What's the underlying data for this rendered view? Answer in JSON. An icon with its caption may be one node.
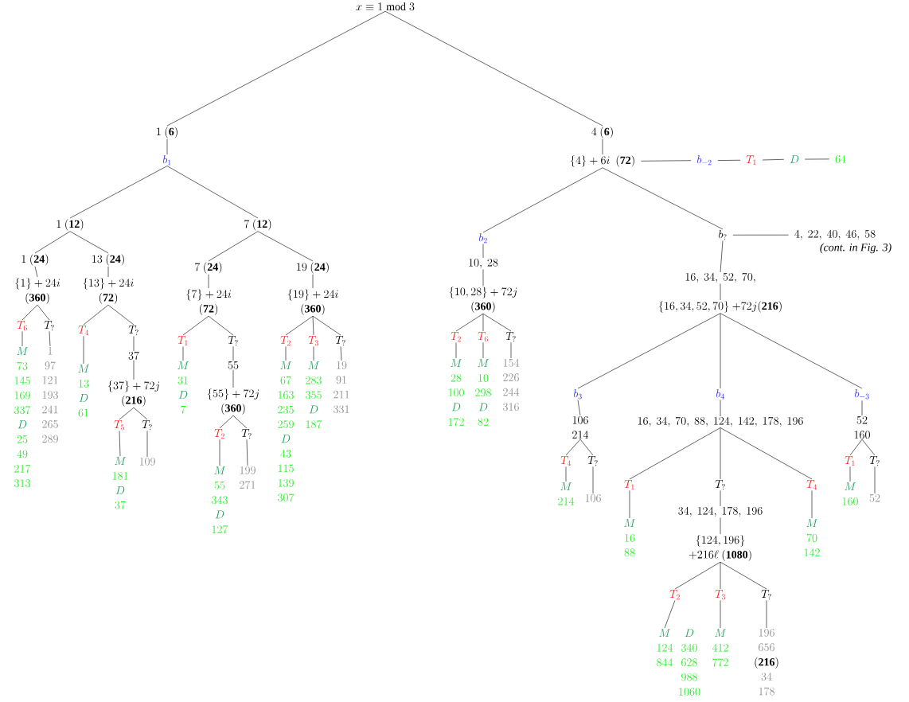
{
  "diagram": {
    "nodes": [
      {
        "text": [
          "x \\equiv 1 \\bmod 3"
        ]
      },
      {
        "text": [
          "1\\ (\\mathbf{6})"
        ]
      },
      {
        "text": [
          "b_1"
        ]
      },
      {
        "text": [
          "1\\ (\\mathbf{12})"
        ]
      },
      {
        "text": [
          "7\\ (\\mathbf{12})"
        ]
      },
      {
        "text": [
          "1\\ (\\mathbf{24})"
        ]
      },
      {
        "text": [
          "13\\ (\\mathbf{24})"
        ]
      },
      {
        "text": [
          "\\{1\\}+24i",
          "(\\mathbf{360})"
        ]
      },
      {
        "text": [
          "\\{13\\}+24i",
          "(\\mathbf{72})"
        ]
      },
      {
        "text": [
          "T_6"
        ]
      },
      {
        "text": [
          "T_?"
        ]
      },
      {
        "text": [
          "M",
          "73",
          "145",
          "169",
          "337",
          "D",
          "25",
          "49",
          "217",
          "313"
        ]
      },
      {
        "text": [
          "1",
          "97",
          "121",
          "193",
          "241",
          "265",
          "289"
        ]
      },
      {
        "text": [
          "T_4"
        ]
      },
      {
        "text": [
          "T_?"
        ]
      },
      {
        "text": [
          "M",
          "13",
          "D",
          "61"
        ]
      },
      {
        "text": [
          "37"
        ]
      },
      {
        "text": [
          "\\{37\\}+72j",
          "(\\mathbf{216})"
        ]
      },
      {
        "text": [
          "T_5"
        ]
      },
      {
        "text": [
          "T_?"
        ]
      },
      {
        "text": [
          "M",
          "181",
          "D",
          "37"
        ]
      },
      {
        "text": [
          "109"
        ]
      },
      {
        "text": [
          "7\\ (\\mathbf{24})"
        ]
      },
      {
        "text": [
          "\\{7\\}+24i",
          "(\\mathbf{72})"
        ]
      },
      {
        "text": [
          "T_1"
        ]
      },
      {
        "text": [
          "T_?"
        ]
      },
      {
        "text": [
          "M",
          "31",
          "D",
          "7"
        ]
      },
      {
        "text": [
          "55"
        ]
      },
      {
        "text": [
          "\\{55\\}+72j",
          "(\\mathbf{360})"
        ]
      },
      {
        "text": [
          "T_2"
        ]
      },
      {
        "text": [
          "T_?"
        ]
      },
      {
        "text": [
          "M",
          "55",
          "343",
          "D",
          "127"
        ]
      },
      {
        "text": [
          "199",
          "271"
        ]
      },
      {
        "text": [
          "19\\ (\\mathbf{24})"
        ]
      },
      {
        "text": [
          "\\{19\\}+24i",
          "(\\mathbf{360})"
        ]
      },
      {
        "text": [
          "T_2"
        ]
      },
      {
        "text": [
          "T_3"
        ]
      },
      {
        "text": [
          "T_?"
        ]
      },
      {
        "text": [
          "M",
          "67",
          "163",
          "235",
          "259",
          "D",
          "43",
          "115",
          "139",
          "307"
        ]
      },
      {
        "text": [
          "M",
          "283",
          "355",
          "D",
          "187"
        ]
      },
      {
        "text": [
          "19",
          "91",
          "211",
          "331"
        ]
      },
      {
        "text": [
          "4\\ (\\mathbf{6})"
        ]
      },
      {
        "text": [
          "\\{4\\}+6i\\ \\ (\\mathbf{72})"
        ]
      },
      {
        "text": [
          "b_{-2}"
        ]
      },
      {
        "text": [
          "T_1"
        ]
      },
      {
        "text": [
          "D"
        ]
      },
      {
        "text": [
          "64"
        ]
      },
      {
        "text": [
          "b_2"
        ]
      },
      {
        "text": [
          "10,\\ 28"
        ]
      },
      {
        "text": [
          "\\{10,28\\}+72j",
          "(\\mathbf{360})"
        ]
      },
      {
        "text": [
          "T_2"
        ]
      },
      {
        "text": [
          "T_6"
        ]
      },
      {
        "text": [
          "T_?"
        ]
      },
      {
        "text": [
          "M",
          "28",
          "100",
          "D",
          "172"
        ]
      },
      {
        "text": [
          "M",
          "10",
          "298",
          "D",
          "82"
        ]
      },
      {
        "text": [
          "154",
          "226",
          "244",
          "316"
        ]
      },
      {
        "text": [
          "b_?"
        ]
      },
      {
        "text": [
          "4,\\ 22,\\ 40,\\ 46,\\ 58"
        ],
        "beside": [
          "(cont. in Fig. 3)"
        ]
      },
      {
        "text": [
          "16,\\ 34,\\ 52,\\ 70,"
        ]
      },
      {
        "text": [
          "\\{16,34,52,70\\}\\ {+}72j(\\mathbf{216})"
        ]
      },
      {
        "text": [
          "b_3"
        ]
      },
      {
        "text": [
          "b_4"
        ]
      },
      {
        "text": [
          "b_{-3}"
        ]
      },
      {
        "text": [
          "106",
          "214"
        ]
      },
      {
        "text": [
          "16,\\ 34,\\ 70,\\ 88,\\ 124,\\ 142,\\ 178,\\ 196"
        ]
      },
      {
        "text": [
          "52",
          "160"
        ]
      },
      {
        "text": [
          "T_4"
        ]
      },
      {
        "text": [
          "T_?"
        ]
      },
      {
        "text": [
          "M",
          "214"
        ]
      },
      {
        "text": [
          "106"
        ]
      },
      {
        "text": [
          "T_1"
        ]
      },
      {
        "text": [
          "T_?"
        ]
      },
      {
        "text": [
          "T_4"
        ]
      },
      {
        "text": [
          "M",
          "16",
          "88"
        ]
      },
      {
        "text": [
          "34,\\ 124,\\ 178,\\ 196"
        ]
      },
      {
        "text": [
          "\\{124,196\\}",
          "+216\\ell\\ (\\mathbf{1080})"
        ]
      },
      {
        "text": [
          "M",
          "70",
          "142"
        ]
      },
      {
        "text": [
          "T_1"
        ]
      },
      {
        "text": [
          "T_?"
        ]
      },
      {
        "text": [
          "M",
          "160"
        ]
      },
      {
        "text": [
          "52"
        ]
      },
      {
        "text": [
          "T_2"
        ]
      },
      {
        "text": [
          "T_3"
        ]
      },
      {
        "text": [
          "T_?"
        ]
      },
      {
        "text": [
          "M",
          "124",
          "844"
        ]
      },
      {
        "text": [
          "D",
          "340",
          "628",
          "988",
          "1060"
        ]
      },
      {
        "text": [
          "M",
          "412",
          "772"
        ]
      },
      {
        "text": [
          "196",
          "656",
          "(\\mathbf{216})",
          "34",
          "178"
        ]
      }
    ],
    "edges": [
      {
        "from": 0,
        "to": 1,
        "arrow": "none"
      },
      {
        "from": 0,
        "to": 41,
        "arrow": "none"
      },
      {
        "from": 1,
        "to": 2,
        "arrow": "none"
      },
      {
        "from": 2,
        "to": 3,
        "arrow": "none"
      },
      {
        "from": 2,
        "to": 4,
        "arrow": "none"
      },
      {
        "from": 3,
        "to": 5,
        "arrow": "none"
      },
      {
        "from": 3,
        "to": 6,
        "arrow": "none"
      },
      {
        "from": 5,
        "to": 7,
        "arrow": "none"
      },
      {
        "from": 6,
        "to": 8,
        "arrow": "none"
      },
      {
        "from": 7,
        "to": 9,
        "arrow": "none"
      },
      {
        "from": 7,
        "to": 10,
        "arrow": "none"
      },
      {
        "from": 9,
        "to": 11,
        "arrow": "none"
      },
      {
        "from": 10,
        "to": 12,
        "arrow": "none"
      },
      {
        "from": 8,
        "to": 13,
        "arrow": "none"
      },
      {
        "from": 8,
        "to": 14,
        "arrow": "none"
      },
      {
        "from": 13,
        "to": 15,
        "arrow": "none"
      },
      {
        "from": 14,
        "to": 16,
        "arrow": "none"
      },
      {
        "from": 16,
        "to": 17,
        "arrow": "none"
      },
      {
        "from": 17,
        "to": 18,
        "arrow": "none"
      },
      {
        "from": 17,
        "to": 19,
        "arrow": "none"
      },
      {
        "from": 18,
        "to": 20,
        "arrow": "none"
      },
      {
        "from": 19,
        "to": 21,
        "arrow": "none"
      },
      {
        "from": 4,
        "to": 22,
        "arrow": "none"
      },
      {
        "from": 4,
        "to": 33,
        "arrow": "none"
      },
      {
        "from": 22,
        "to": 23,
        "arrow": "none"
      },
      {
        "from": 23,
        "to": 24,
        "arrow": "none"
      },
      {
        "from": 23,
        "to": 25,
        "arrow": "none"
      },
      {
        "from": 24,
        "to": 26,
        "arrow": "none"
      },
      {
        "from": 25,
        "to": 27,
        "arrow": "none"
      },
      {
        "from": 27,
        "to": 28,
        "arrow": "none"
      },
      {
        "from": 28,
        "to": 29,
        "arrow": "none"
      },
      {
        "from": 28,
        "to": 30,
        "arrow": "none"
      },
      {
        "from": 29,
        "to": 31,
        "arrow": "none"
      },
      {
        "from": 30,
        "to": 32,
        "arrow": "none"
      },
      {
        "from": 33,
        "to": 34,
        "arrow": "none"
      },
      {
        "from": 34,
        "to": 35,
        "arrow": "none"
      },
      {
        "from": 34,
        "to": 36,
        "arrow": "none"
      },
      {
        "from": 34,
        "to": 37,
        "arrow": "none"
      },
      {
        "from": 35,
        "to": 38,
        "arrow": "none"
      },
      {
        "from": 36,
        "to": 39,
        "arrow": "none"
      },
      {
        "from": 37,
        "to": 40,
        "arrow": "none"
      },
      {
        "from": 41,
        "to": 42,
        "arrow": "none"
      },
      {
        "from": 42,
        "to": 43,
        "arrow": "none"
      },
      {
        "from": 43,
        "to": 44,
        "arrow": "none"
      },
      {
        "from": 44,
        "to": 45,
        "arrow": "none"
      },
      {
        "from": 45,
        "to": 46,
        "arrow": "none"
      },
      {
        "from": 42,
        "to": 47,
        "arrow": "none"
      },
      {
        "from": 42,
        "to": 56,
        "arrow": "none"
      },
      {
        "from": 56,
        "to": 57,
        "arrow": "none"
      },
      {
        "from": 47,
        "to": 48,
        "arrow": "none"
      },
      {
        "from": 48,
        "to": 49,
        "arrow": "none"
      },
      {
        "from": 49,
        "to": 50,
        "arrow": "none"
      },
      {
        "from": 49,
        "to": 51,
        "arrow": "none"
      },
      {
        "from": 49,
        "to": 52,
        "arrow": "none"
      },
      {
        "from": 50,
        "to": 53,
        "arrow": "none"
      },
      {
        "from": 51,
        "to": 54,
        "arrow": "none"
      },
      {
        "from": 52,
        "to": 55,
        "arrow": "none"
      },
      {
        "from": 56,
        "to": 58,
        "arrow": "none"
      },
      {
        "from": 58,
        "to": 59,
        "arrow": "none"
      },
      {
        "from": 59,
        "to": 60,
        "arrow": "none"
      },
      {
        "from": 59,
        "to": 61,
        "arrow": "none"
      },
      {
        "from": 59,
        "to": 62,
        "arrow": "none"
      },
      {
        "from": 60,
        "to": 63,
        "arrow": "none"
      },
      {
        "from": 61,
        "to": 64,
        "arrow": "none"
      },
      {
        "from": 62,
        "to": 65,
        "arrow": "none"
      },
      {
        "from": 63,
        "to": 66,
        "arrow": "none"
      },
      {
        "from": 63,
        "to": 67,
        "arrow": "none"
      },
      {
        "from": 66,
        "to": 68,
        "arrow": "none"
      },
      {
        "from": 67,
        "to": 69,
        "arrow": "none"
      },
      {
        "from": 64,
        "to": 70,
        "arrow": "none"
      },
      {
        "from": 64,
        "to": 71,
        "arrow": "none"
      },
      {
        "from": 64,
        "to": 72,
        "arrow": "none"
      },
      {
        "from": 70,
        "to": 73,
        "arrow": "none"
      },
      {
        "from": 71,
        "to": 74,
        "arrow": "none"
      },
      {
        "from": 74,
        "to": 75,
        "arrow": "none"
      },
      {
        "from": 72,
        "to": 76,
        "arrow": "none"
      },
      {
        "from": 65,
        "to": 77,
        "arrow": "none"
      },
      {
        "from": 65,
        "to": 78,
        "arrow": "none"
      },
      {
        "from": 77,
        "to": 79,
        "arrow": "none"
      },
      {
        "from": 78,
        "to": 80,
        "arrow": "none"
      },
      {
        "from": 75,
        "to": 81,
        "arrow": "none"
      },
      {
        "from": 75,
        "to": 82,
        "arrow": "none"
      },
      {
        "from": 75,
        "to": 83,
        "arrow": "none"
      },
      {
        "from": 81,
        "to": 84,
        "arrow": "none"
      },
      {
        "from": 82,
        "to": 86,
        "arrow": "none"
      },
      {
        "from": 83,
        "to": 87,
        "arrow": "none"
      }
    ]
  }
}
